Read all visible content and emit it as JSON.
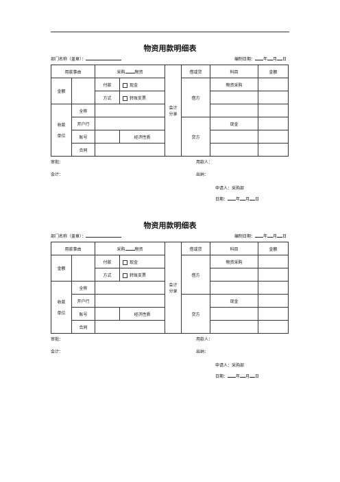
{
  "form": {
    "title": "物资用款明细表",
    "dept_label": "部门名称（盖章）：",
    "date_label": "编制日期：",
    "year": "年",
    "month": "月",
    "day": "日",
    "purpose_label": "用款事由",
    "purpose_prefix": "采购",
    "purpose_suffix": "物资",
    "amount_label": "金额",
    "pay_label_1": "付款",
    "pay_label_2": "方式",
    "cash": "现金",
    "transfer": "转账支票",
    "payee_label_1": "收款",
    "payee_label_2": "单位",
    "fullname": "全称",
    "bank": "开户行",
    "account": "账号",
    "econ_nature": "经济性质",
    "contract": "合同",
    "accounting_1": "会计",
    "accounting_2": "分录",
    "dc_header": "借或贷",
    "subject_header": "科目",
    "amount_header": "金额",
    "debit": "借方",
    "credit": "贷方",
    "material_purchase": "物资采购",
    "cash_subject": "现金",
    "approve_label": "审批：",
    "user_label": "用款人：",
    "accountant_label": "会计：",
    "cashier_label": "出纳：",
    "applicant": "申请人：采购部",
    "sign_date_label": "日期："
  }
}
